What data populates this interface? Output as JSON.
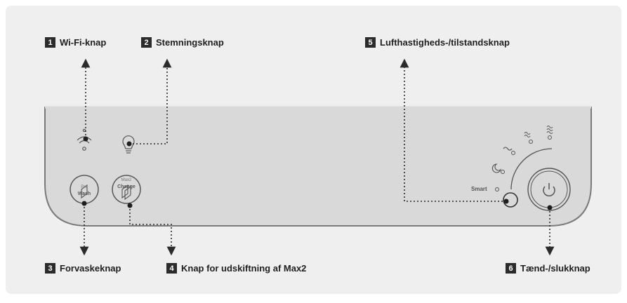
{
  "callouts": [
    {
      "number": "1",
      "label": "Wi-Fi-knap"
    },
    {
      "number": "2",
      "label": "Stemningsknap"
    },
    {
      "number": "3",
      "label": "Forvaskeknap"
    },
    {
      "number": "4",
      "label": "Knap for udskiftning af Max2"
    },
    {
      "number": "5",
      "label": "Lufthastigheds-/tilstandsknap"
    },
    {
      "number": "6",
      "label": "Tænd-/slukknap"
    }
  ],
  "buttons": {
    "prewash": {
      "top": "Pre",
      "bottom": "Wash"
    },
    "max2": {
      "top": "Max2",
      "bottom": "Change"
    }
  },
  "mode_label": "Smart",
  "colors": {
    "background": "#efefef",
    "panel": "#d9d9d9",
    "panel_edge": "#7a7a7a",
    "badge": "#2b2b2b",
    "leader": "#2b2b2b"
  },
  "icons": [
    "wifi-icon",
    "bulb-icon",
    "filter-icon",
    "filter-change-icon",
    "moon-icon",
    "fan-speed-icon",
    "power-icon"
  ]
}
